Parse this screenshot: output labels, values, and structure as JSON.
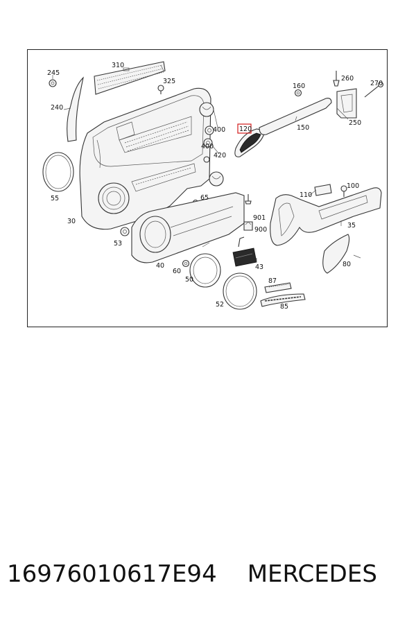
{
  "diagram": {
    "highlighted_label": "120",
    "labels": {
      "l245": "245",
      "l310": "310",
      "l325": "325",
      "l240": "240",
      "l160": "160",
      "l260": "260",
      "l270": "270",
      "l250": "250",
      "l400a": "400",
      "l120": "120",
      "l150": "150",
      "l400b": "400",
      "l420": "420",
      "l55": "55",
      "l110": "110",
      "l100": "100",
      "l65": "65",
      "l30": "30",
      "l901": "901",
      "l900": "900",
      "l35": "35",
      "l53": "53",
      "l40": "40",
      "l43": "43",
      "l80": "80",
      "l60": "60",
      "l50": "50",
      "l87": "87",
      "l52": "52",
      "l85": "85"
    }
  },
  "caption": {
    "part_number": "16976010617E94",
    "brand": "MERCEDES"
  }
}
